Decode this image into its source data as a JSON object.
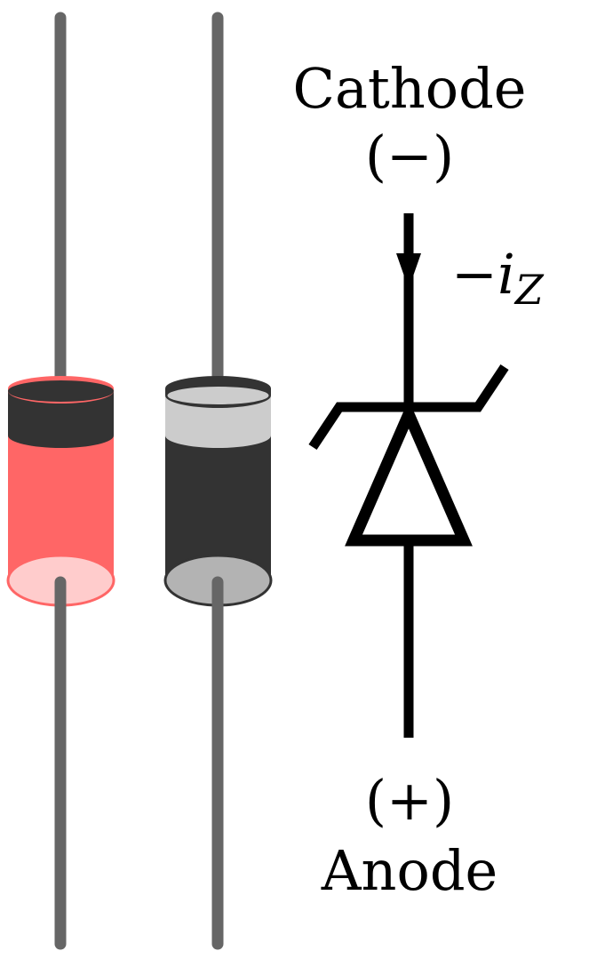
{
  "labels": {
    "top_name": "Cathode",
    "top_sign": "(−)",
    "current": "−i",
    "current_sub": "Z",
    "bottom_sign": "(+)",
    "bottom_name": "Anode"
  },
  "colors": {
    "lead": "#666666",
    "red_body": "#ff6666",
    "red_end": "#ffcccc",
    "black_body": "#333333",
    "grey_band": "#cccccc",
    "grey_end": "#b3b3b3",
    "symbol": "#000000"
  }
}
